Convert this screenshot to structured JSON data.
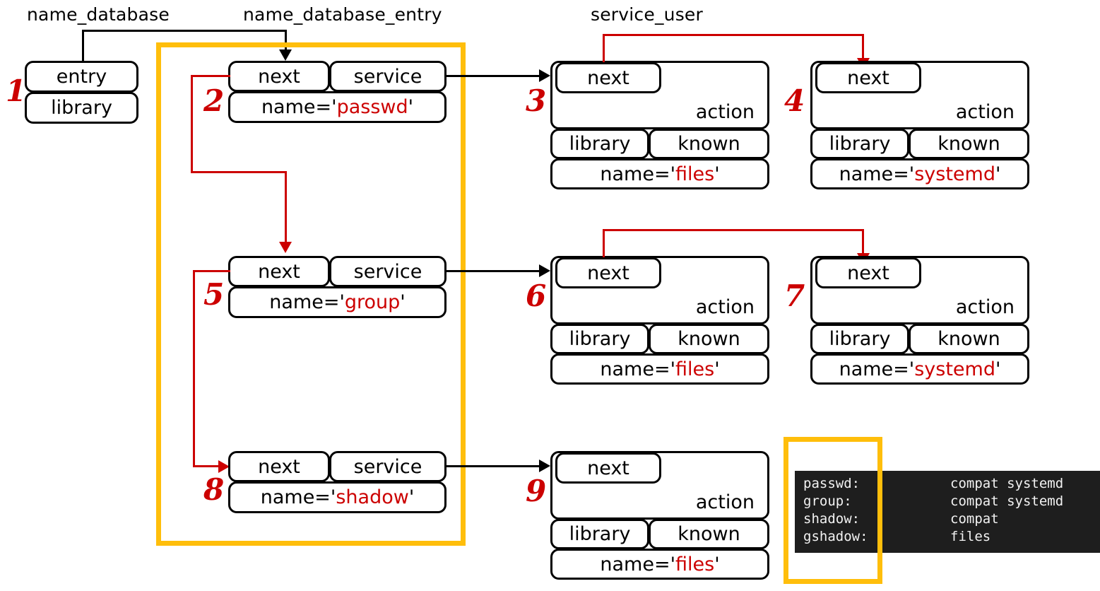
{
  "title": "glibc NSS name_database / service_user linked structures",
  "labels": {
    "name_database": "name_database",
    "name_database_entry": "name_database_entry",
    "service_user": "service_user"
  },
  "field_names": {
    "entry": "entry",
    "library": "library",
    "next": "next",
    "service": "service",
    "action": "action",
    "known": "known"
  },
  "numbers": {
    "n1": "1",
    "n2": "2",
    "n3": "3",
    "n4": "4",
    "n5": "5",
    "n6": "6",
    "n7": "7",
    "n8": "8",
    "n9": "9"
  },
  "nodes": {
    "db": {
      "id": "1",
      "fields": [
        "entry",
        "library"
      ]
    },
    "e_passwd": {
      "id": "2",
      "next_label": "next",
      "service_label": "service",
      "name_prefix": "name='",
      "name_value": "passwd",
      "name_suffix": "'"
    },
    "e_group": {
      "id": "5",
      "next_label": "next",
      "service_label": "service",
      "name_prefix": "name='",
      "name_value": "group",
      "name_suffix": "'"
    },
    "e_shadow": {
      "id": "8",
      "next_label": "next",
      "service_label": "service",
      "name_prefix": "name='",
      "name_value": "shadow",
      "name_suffix": "'"
    },
    "su3": {
      "id": "3",
      "next_label": "next",
      "action_label": "action",
      "library_label": "library",
      "known_label": "known",
      "name_prefix": "name='",
      "name_value": "files",
      "name_suffix": "'"
    },
    "su4": {
      "id": "4",
      "next_label": "next",
      "action_label": "action",
      "library_label": "library",
      "known_label": "known",
      "name_prefix": "name='",
      "name_value": "systemd",
      "name_suffix": "'"
    },
    "su6": {
      "id": "6",
      "next_label": "next",
      "action_label": "action",
      "library_label": "library",
      "known_label": "known",
      "name_prefix": "name='",
      "name_value": "files",
      "name_suffix": "'"
    },
    "su7": {
      "id": "7",
      "next_label": "next",
      "action_label": "action",
      "library_label": "library",
      "known_label": "known",
      "name_prefix": "name='",
      "name_value": "systemd",
      "name_suffix": "'"
    },
    "su9": {
      "id": "9",
      "next_label": "next",
      "action_label": "action",
      "library_label": "library",
      "known_label": "known",
      "name_prefix": "name='",
      "name_value": "files",
      "name_suffix": "'"
    }
  },
  "terminal": {
    "rows": [
      {
        "key": "passwd:",
        "value": "compat systemd"
      },
      {
        "key": "group:",
        "value": "compat systemd"
      },
      {
        "key": "shadow:",
        "value": "compat"
      },
      {
        "key": "gshadow:",
        "value": "files"
      }
    ]
  },
  "colors": {
    "highlight": "#FFBE0B",
    "accent_red": "#CC0000",
    "line_black": "#000000",
    "terminal_bg": "#1E1E1E",
    "terminal_fg": "#F2F2F2"
  }
}
